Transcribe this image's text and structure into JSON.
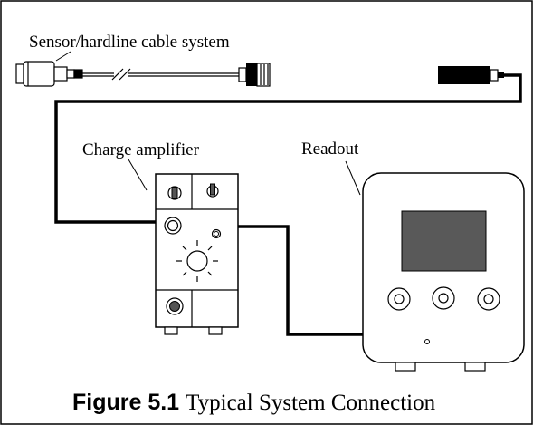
{
  "labels": {
    "sensor_system": "Sensor/hardline cable system",
    "charge_amplifier": "Charge amplifier",
    "readout": "Readout"
  },
  "caption": {
    "figure_number": "Figure 5.1",
    "title": "Typical System Connection"
  },
  "colors": {
    "line": "#000000",
    "screen": "#595959",
    "knob_dark": "#555555",
    "background": "#ffffff"
  }
}
